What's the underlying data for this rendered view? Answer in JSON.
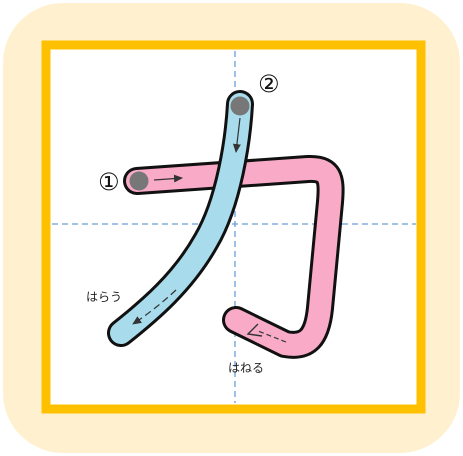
{
  "strokes": [
    {
      "order": "①",
      "color": "#f8aac7",
      "annotation": "はねる"
    },
    {
      "order": "②",
      "color": "#a8dcec",
      "annotation": "はらう"
    }
  ],
  "colors": {
    "tile": "#fff1cf",
    "frame": "#ffc000",
    "guide": "#6a9fd8",
    "outline": "#111111",
    "start_dot": "#777777"
  }
}
